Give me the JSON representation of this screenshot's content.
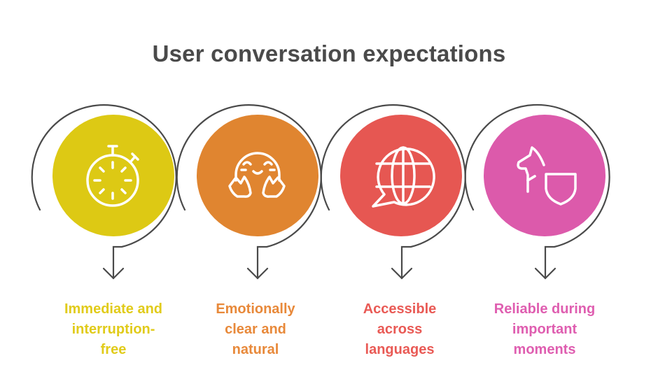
{
  "title": "User conversation expectations",
  "colors": {
    "path_stroke": "#4a4a4a",
    "title": "#4a4a4a"
  },
  "steps": [
    {
      "icon": "stopwatch-icon",
      "fill": "#DDC914",
      "label_color": "#E1CB1A",
      "label_lines": [
        "Immediate and",
        "interruption-",
        "free"
      ]
    },
    {
      "icon": "hugging-face-icon",
      "fill": "#E08530",
      "label_color": "#E8893A",
      "label_lines": [
        "Emotionally",
        "clear and",
        "natural"
      ]
    },
    {
      "icon": "globe-chat-icon",
      "fill": "#E65752",
      "label_color": "#E95A55",
      "label_lines": [
        "Accessible",
        "across",
        "languages"
      ]
    },
    {
      "icon": "dog-shield-icon",
      "fill": "#DC5AAB",
      "label_color": "#DF5EB0",
      "label_lines": [
        "Reliable during",
        "important",
        "moments"
      ]
    }
  ]
}
